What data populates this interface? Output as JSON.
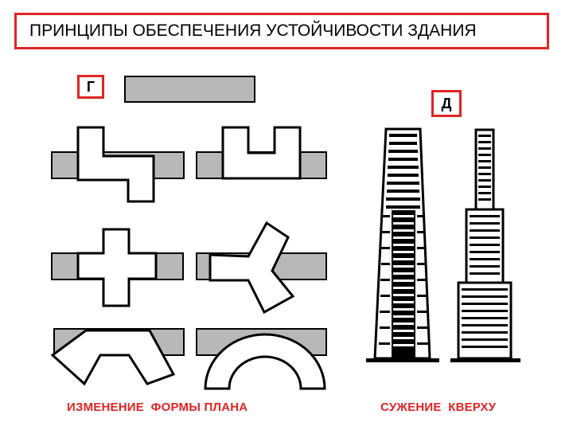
{
  "title": "ПРИНЦИПЫ ОБЕСПЕЧЕНИЯ УСТОЙЧИВОСТИ ЗДАНИЯ",
  "labels": {
    "g": "Г",
    "d": "Д"
  },
  "captions": {
    "left": "ИЗМЕНЕНИЕ  ФОРМЫ ПЛАНА",
    "right": "СУЖЕНИЕ  КВЕРХУ"
  },
  "colors": {
    "accent": "#e02424",
    "fill_gray": "#b8b8b8",
    "stroke": "#000000"
  }
}
